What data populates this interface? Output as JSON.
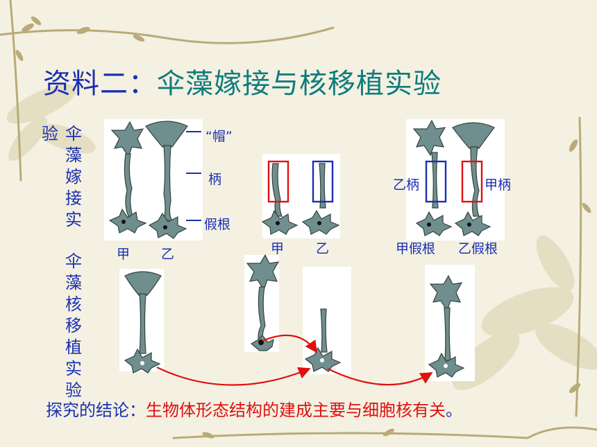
{
  "title": {
    "lead": "资料二：",
    "main": "伞藻嫁接与核移植实验"
  },
  "left_label_1": {
    "a": "验",
    "b": "伞藻嫁接实"
  },
  "left_label_2": "伞藻核移植实验",
  "graft": {
    "cap_label": "“帽”",
    "stalk_label": "柄",
    "rhizoid_label": "假根",
    "jia": "甲",
    "yi": "乙",
    "jia2": "甲",
    "yi2": "乙",
    "yi_stalk": "乙柄",
    "jia_stalk": "甲柄",
    "jia_rhizoid": "甲假根",
    "yi_rhizoid": "乙假根"
  },
  "conclusion": {
    "key": "探究的结论：",
    "value": "生物体形态结构的建成主要与细胞核有关",
    "end": "。"
  },
  "colors": {
    "title": "#0f7c7c",
    "label": "#1b2fb0",
    "red": "#e01010",
    "plant": "#6f8f8e"
  }
}
